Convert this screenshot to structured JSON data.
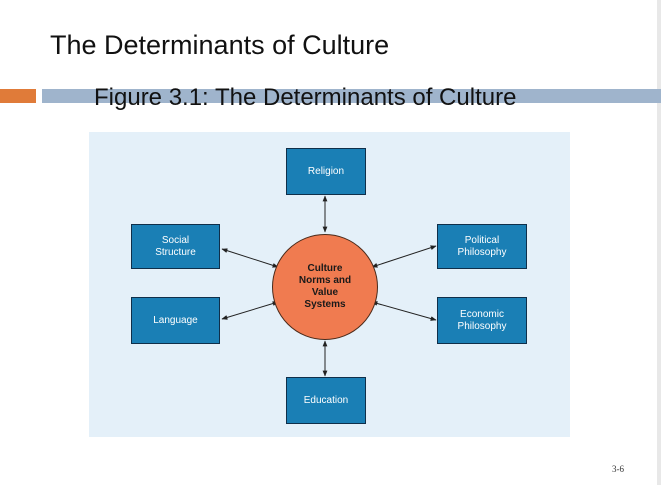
{
  "slide": {
    "title": "The Determinants of Culture",
    "figure_title": "Figure 3.1: The Determinants of Culture",
    "page_number": "3-6"
  },
  "diagram": {
    "center": "Culture\nNorms and\nValue\nSystems",
    "nodes": {
      "religion": "Religion",
      "social_structure": "Social\nStructure",
      "political_philosophy": "Political\nPhilosophy",
      "language": "Language",
      "economic_philosophy": "Economic\nPhilosophy",
      "education": "Education"
    }
  },
  "colors": {
    "box_fill": "#1a7fb5",
    "circle_fill": "#f07b50",
    "panel_background": "#e4f0f9",
    "accent_orange": "#e07b39",
    "accent_blue": "#9fb4cc"
  }
}
